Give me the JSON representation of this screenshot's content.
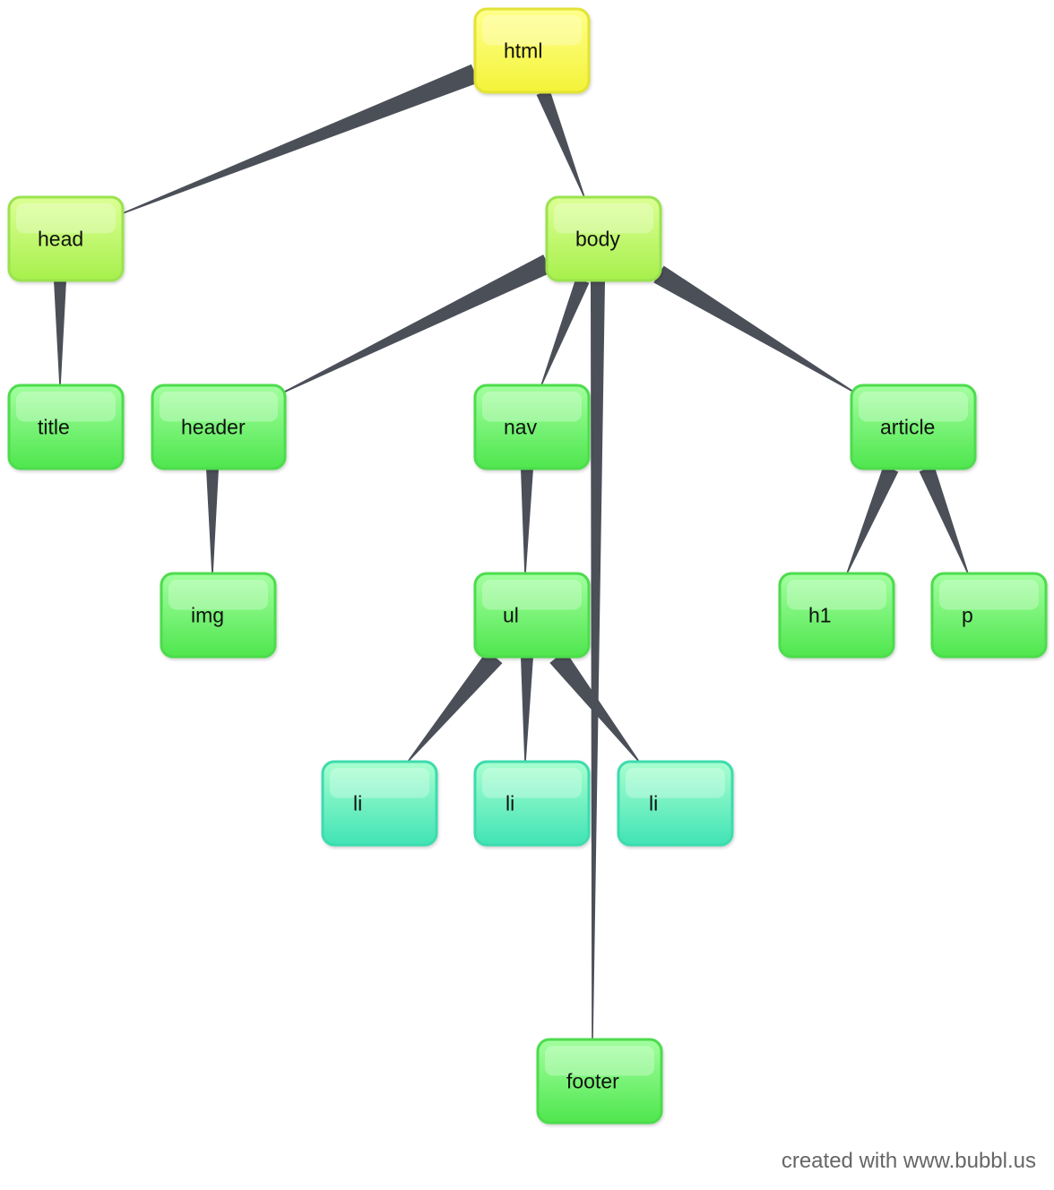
{
  "diagram": {
    "levels": {
      "root": {
        "fill_top": "#ffff8c",
        "fill_bottom": "#f3f338",
        "stroke": "#e3e336"
      },
      "level1": {
        "fill_top": "#dcff94",
        "fill_bottom": "#a6f04c",
        "stroke": "#9ae350"
      },
      "level2": {
        "fill_top": "#a2ff9f",
        "fill_bottom": "#4fe64e",
        "stroke": "#4edc4d"
      },
      "level3": {
        "fill_top": "#a9ffcf",
        "fill_bottom": "#40e3b5",
        "stroke": "#3ddcae"
      }
    },
    "connector_color": "#4b4f58",
    "nodes": [
      {
        "id": "html",
        "label": "html",
        "level": "root"
      },
      {
        "id": "head",
        "label": "head",
        "level": "level1"
      },
      {
        "id": "body",
        "label": "body",
        "level": "level1"
      },
      {
        "id": "title",
        "label": "title",
        "level": "level2"
      },
      {
        "id": "header",
        "label": "header",
        "level": "level2"
      },
      {
        "id": "nav",
        "label": "nav",
        "level": "level2"
      },
      {
        "id": "article",
        "label": "article",
        "level": "level2"
      },
      {
        "id": "img",
        "label": "img",
        "level": "level2"
      },
      {
        "id": "ul",
        "label": "ul",
        "level": "level2"
      },
      {
        "id": "h1",
        "label": "h1",
        "level": "level2"
      },
      {
        "id": "p",
        "label": "p",
        "level": "level2"
      },
      {
        "id": "li1",
        "label": "li",
        "level": "level3"
      },
      {
        "id": "li2",
        "label": "li",
        "level": "level3"
      },
      {
        "id": "li3",
        "label": "li",
        "level": "level3"
      },
      {
        "id": "footer",
        "label": "footer",
        "level": "level2"
      }
    ],
    "edges": [
      {
        "from": "html",
        "to": "head"
      },
      {
        "from": "html",
        "to": "body"
      },
      {
        "from": "head",
        "to": "title"
      },
      {
        "from": "body",
        "to": "header"
      },
      {
        "from": "body",
        "to": "nav"
      },
      {
        "from": "body",
        "to": "footer"
      },
      {
        "from": "body",
        "to": "article"
      },
      {
        "from": "header",
        "to": "img"
      },
      {
        "from": "nav",
        "to": "ul"
      },
      {
        "from": "ul",
        "to": "li1"
      },
      {
        "from": "ul",
        "to": "li2"
      },
      {
        "from": "ul",
        "to": "li3"
      },
      {
        "from": "article",
        "to": "h1"
      },
      {
        "from": "article",
        "to": "p"
      }
    ]
  },
  "footer_note": {
    "text": "created with www.bubbl.us"
  }
}
